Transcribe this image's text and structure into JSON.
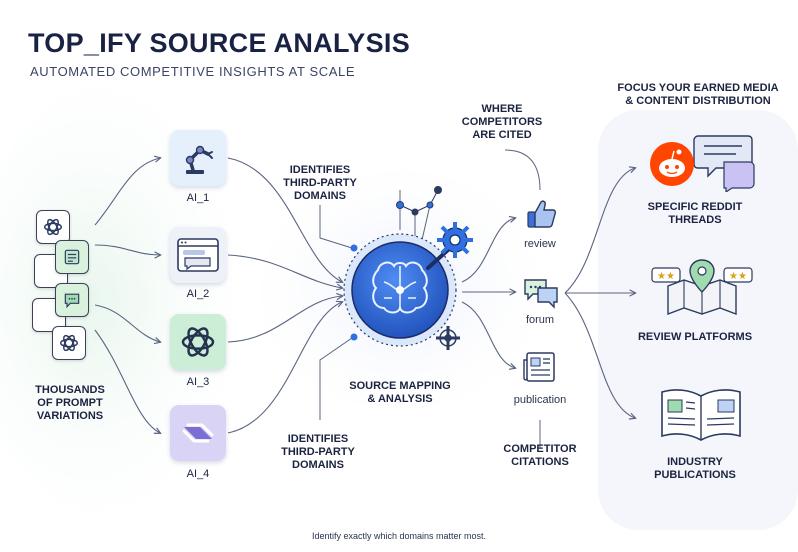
{
  "header": {
    "title": "TOP_IFY SOURCE ANALYSIS",
    "subtitle": "AUTOMATED COMPETITIVE INSIGHTS AT SCALE"
  },
  "left": {
    "prompts_label_1": "THOUSANDS",
    "prompts_label_2": "OF PROMPT",
    "prompts_label_3": "VARIATIONS"
  },
  "ai_models": [
    {
      "label": "AI_1",
      "icon": "robot-arm-icon"
    },
    {
      "label": "AI_2",
      "icon": "chat-window-icon"
    },
    {
      "label": "AI_3",
      "icon": "openai-logo-icon"
    },
    {
      "label": "AI_4",
      "icon": "ribbon-logo-icon"
    }
  ],
  "center": {
    "identifies_top_1": "IDENTIFIES",
    "identifies_top_2": "THIRD-PARTY",
    "identifies_top_3": "DOMAINS",
    "identifies_bottom_1": "IDENTIFIES",
    "identifies_bottom_2": "THIRD-PARTY",
    "identifies_bottom_3": "DOMAINS",
    "mapping_1": "SOURCE MAPPING",
    "mapping_2": "& ANALYSIS"
  },
  "sources": {
    "where_1": "WHERE",
    "where_2": "COMPETITORS",
    "where_3": "ARE CITED",
    "items": [
      {
        "label": "review",
        "icon": "thumbs-up-icon"
      },
      {
        "label": "forum",
        "icon": "chat-bubbles-icon"
      },
      {
        "label": "publication",
        "icon": "newspaper-icon"
      }
    ],
    "citations_1": "COMPETITOR",
    "citations_2": "CITATIONS"
  },
  "right": {
    "focus_1": "FOCUS YOUR EARNED MEDIA",
    "focus_2": "& CONTENT DISTRIBUTION",
    "outputs": [
      {
        "line1": "SPECIFIC REDDIT",
        "line2": "THREADS",
        "icon": "reddit-icon"
      },
      {
        "line1": "REVIEW PLATFORMS",
        "line2": "",
        "icon": "map-review-icon"
      },
      {
        "line1": "INDUSTRY",
        "line2": "PUBLICATIONS",
        "icon": "open-book-icon"
      }
    ]
  },
  "footer": "Identify exactly which domains matter most.",
  "colors": {
    "navy": "#1a2244",
    "accent_blue": "#2f6fe0",
    "reddit": "#ff4500",
    "ai3_green": "#cdeed6",
    "ai4_purple": "#d9d3f5"
  }
}
